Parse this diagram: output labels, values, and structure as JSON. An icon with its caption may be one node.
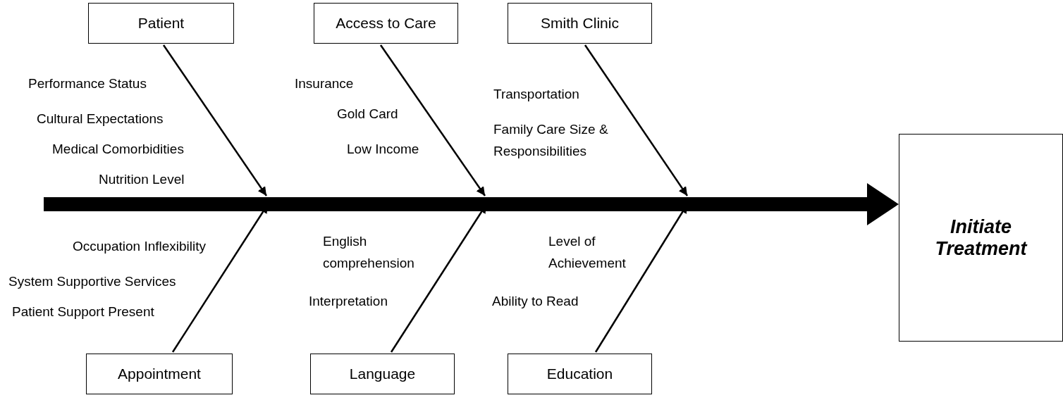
{
  "diagram": {
    "nodes": [
      {
        "text": [
          "Patient"
        ],
        "beside": [
          "Performance Status",
          "Cultural Expectations",
          "Medical Comorbidities",
          "Nutrition Level"
        ]
      },
      {
        "text": [
          "Access to Care"
        ],
        "beside": [
          "Insurance",
          "Gold Card",
          "Low Income"
        ]
      },
      {
        "text": [
          "Smith Clinic"
        ],
        "beside": [
          "Transportation",
          "Family Care Size & Responsibilities"
        ]
      },
      {
        "text": [
          "Appointment"
        ],
        "beside": [
          "Occupation Inflexibility",
          "System Supportive Services",
          "Patient Support Present"
        ]
      },
      {
        "text": [
          "Language"
        ],
        "beside": [
          "English comprehension",
          "Interpretation"
        ]
      },
      {
        "text": [
          "Education"
        ],
        "beside": [
          "Level of Achievement",
          "Ability to Read"
        ]
      },
      {
        "text": [
          "Initiate Treatment"
        ]
      }
    ],
    "edges": [
      {
        "from": 0,
        "to": null,
        "arrow": "to"
      },
      {
        "from": 1,
        "to": null,
        "arrow": "to"
      },
      {
        "from": 2,
        "to": null,
        "arrow": "to"
      },
      {
        "from": 3,
        "to": null,
        "arrow": "to"
      },
      {
        "from": 4,
        "to": null,
        "arrow": "to"
      },
      {
        "from": 5,
        "to": null,
        "arrow": "to"
      },
      {
        "from": null,
        "to": 6,
        "arrow": "to",
        "style": "thick"
      }
    ]
  }
}
